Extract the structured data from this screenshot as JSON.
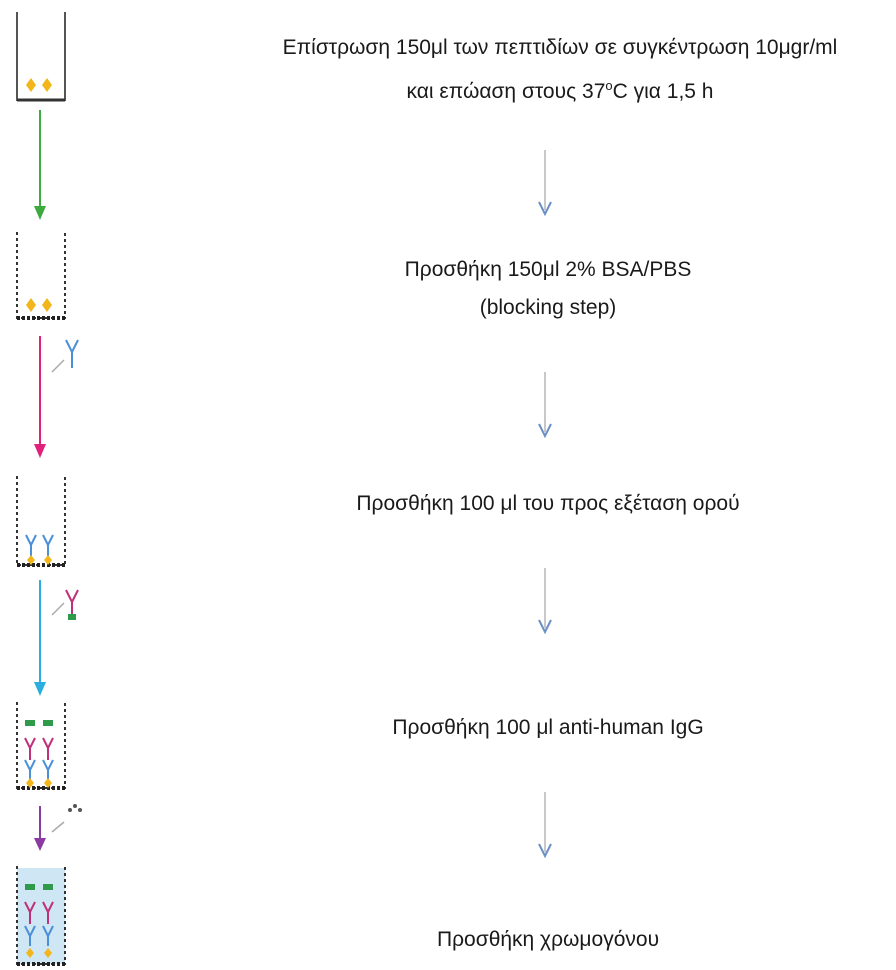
{
  "steps": [
    {
      "lines": [
        "Επίστρωση 150μl των πεπτιδίων σε συγκέντρωση 10μgr/ml",
        "και επώαση στους 37",
        "o",
        "C για 1,5 h"
      ]
    },
    {
      "lines": [
        "Προσθήκη 150μl 2% BSA/PBS",
        "(blocking step)"
      ]
    },
    {
      "lines": [
        "Προσθήκη 100 μl του προς εξέταση ορού"
      ]
    },
    {
      "lines": [
        "Προσθήκη 100 μl anti-human IgG"
      ]
    },
    {
      "lines": [
        "Προσθήκη χρωμογόνου"
      ]
    }
  ],
  "colors": {
    "arrow_green": "#3daa3f",
    "arrow_magenta": "#e0207a",
    "arrow_cyan": "#2aaee0",
    "arrow_purple": "#8a3aa0",
    "flow_arrow": "#6a8fc4",
    "peptide": "#f2b61c",
    "antibody_primary": "#4a8fd8",
    "antibody_secondary": "#c0307a",
    "enzyme": "#2e9a4a",
    "substrate_fill": "#cfe6f4",
    "well_outline": "#222222"
  },
  "icons": [
    "well-icon",
    "peptide-icon",
    "antibody-icon",
    "enzyme-icon",
    "substrate-icon"
  ]
}
